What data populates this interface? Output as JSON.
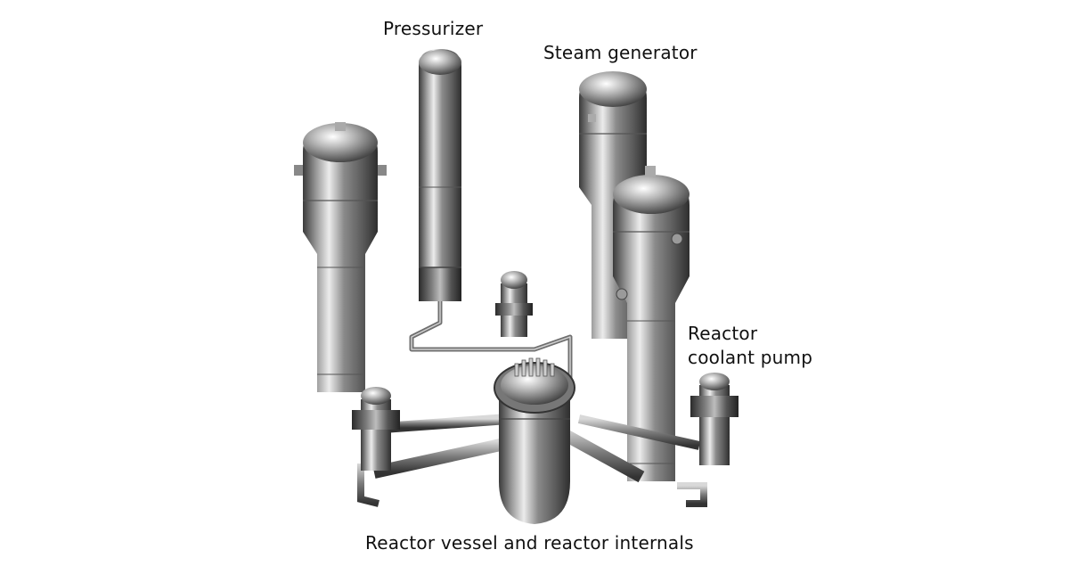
{
  "labels": {
    "pressurizer": "Pressurizer",
    "steam_generator": "Steam generator",
    "reactor_coolant_pump_line1": "Reactor",
    "reactor_coolant_pump_line2": "coolant pump",
    "reactor_vessel": "Reactor vessel and reactor internals"
  },
  "colors": {
    "background": "#ffffff",
    "label_text": "#111111",
    "metal_dark": "#3a3a3a",
    "metal_mid": "#8c8c8c",
    "metal_light": "#e6e6e6"
  }
}
